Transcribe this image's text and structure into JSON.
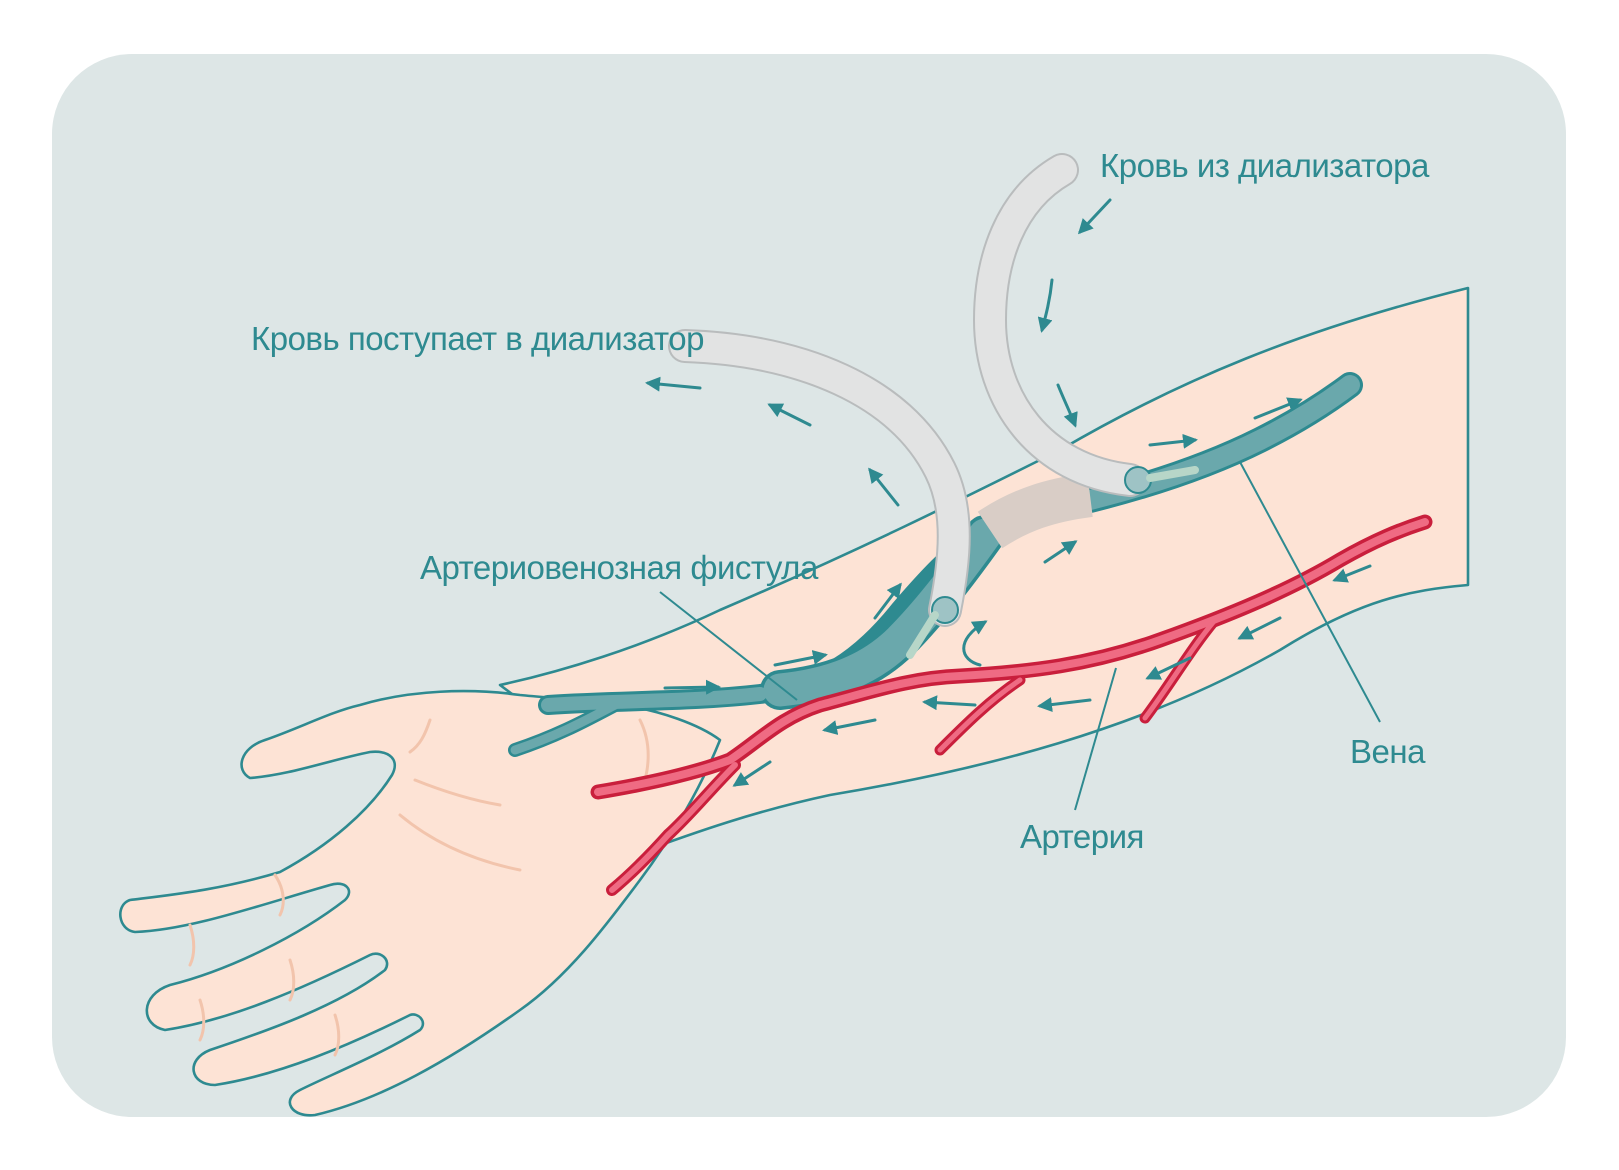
{
  "labels": {
    "blood_from_dialyzer": "Кровь из диализатора",
    "blood_to_dialyzer": "Кровь поступает в диализатор",
    "av_fistula": "Артериовенозная фистула",
    "vein": "Вена",
    "artery": "Артерия"
  },
  "colors": {
    "background_panel": "#dde6e6",
    "skin": "#fde3d5",
    "outline_teal": "#2e8a90",
    "vein_fill": "#6aa8ac",
    "artery_fill": "#ef6b83",
    "artery_outline": "#c91f3c",
    "tube": "#e2e3e3"
  },
  "icons": [
    "flow-arrow-icon"
  ]
}
